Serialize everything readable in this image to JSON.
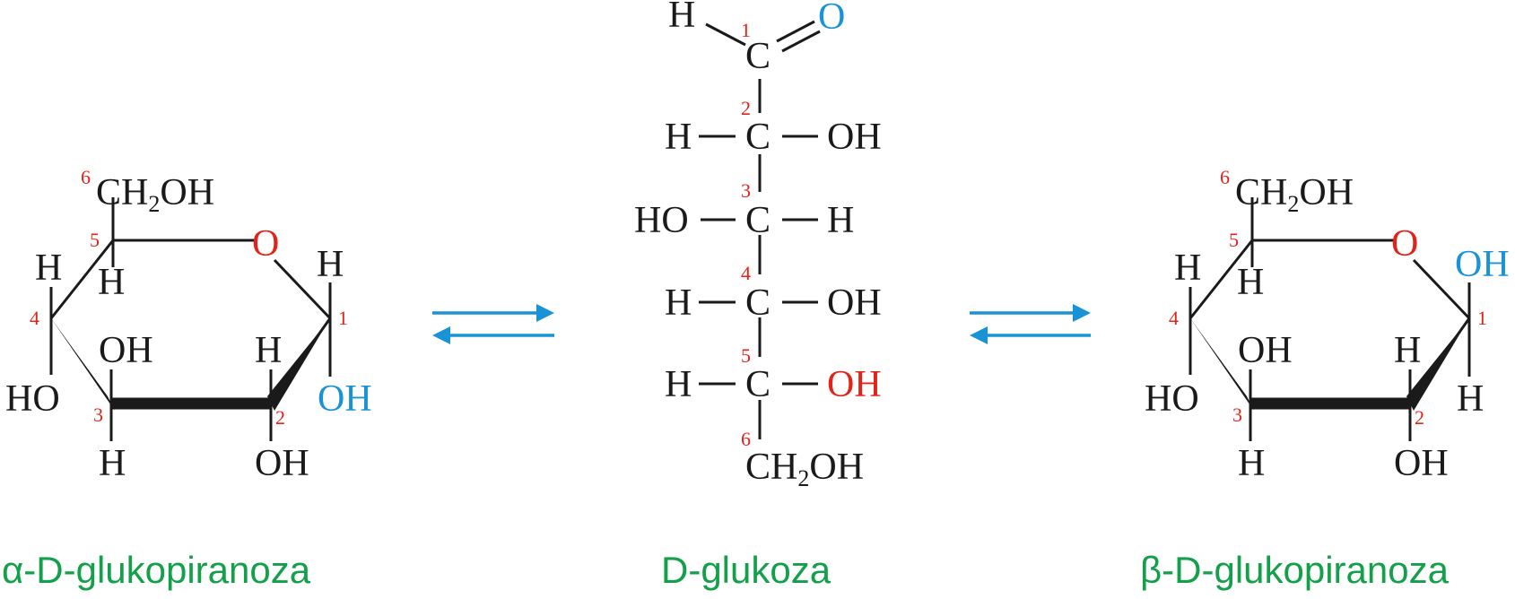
{
  "labels": {
    "H": "H",
    "OH": "OH",
    "HO": "HO",
    "O": "O",
    "C": "C",
    "CH": "CH",
    "two": "2"
  },
  "numbers": [
    "1",
    "2",
    "3",
    "4",
    "5",
    "6"
  ],
  "captions": {
    "alpha": "α-D-glukopiranoza",
    "open": "D-glukoza",
    "beta": "β-D-glukopiranoza"
  },
  "colors": {
    "atom": "#1a1a1a",
    "position_number": "#e2231a",
    "ring_oxygen": "#e2231a",
    "anomeric_group": "#1a93d6",
    "caption": "#14a04a",
    "equilibrium_arrow": "#1a93d6"
  }
}
